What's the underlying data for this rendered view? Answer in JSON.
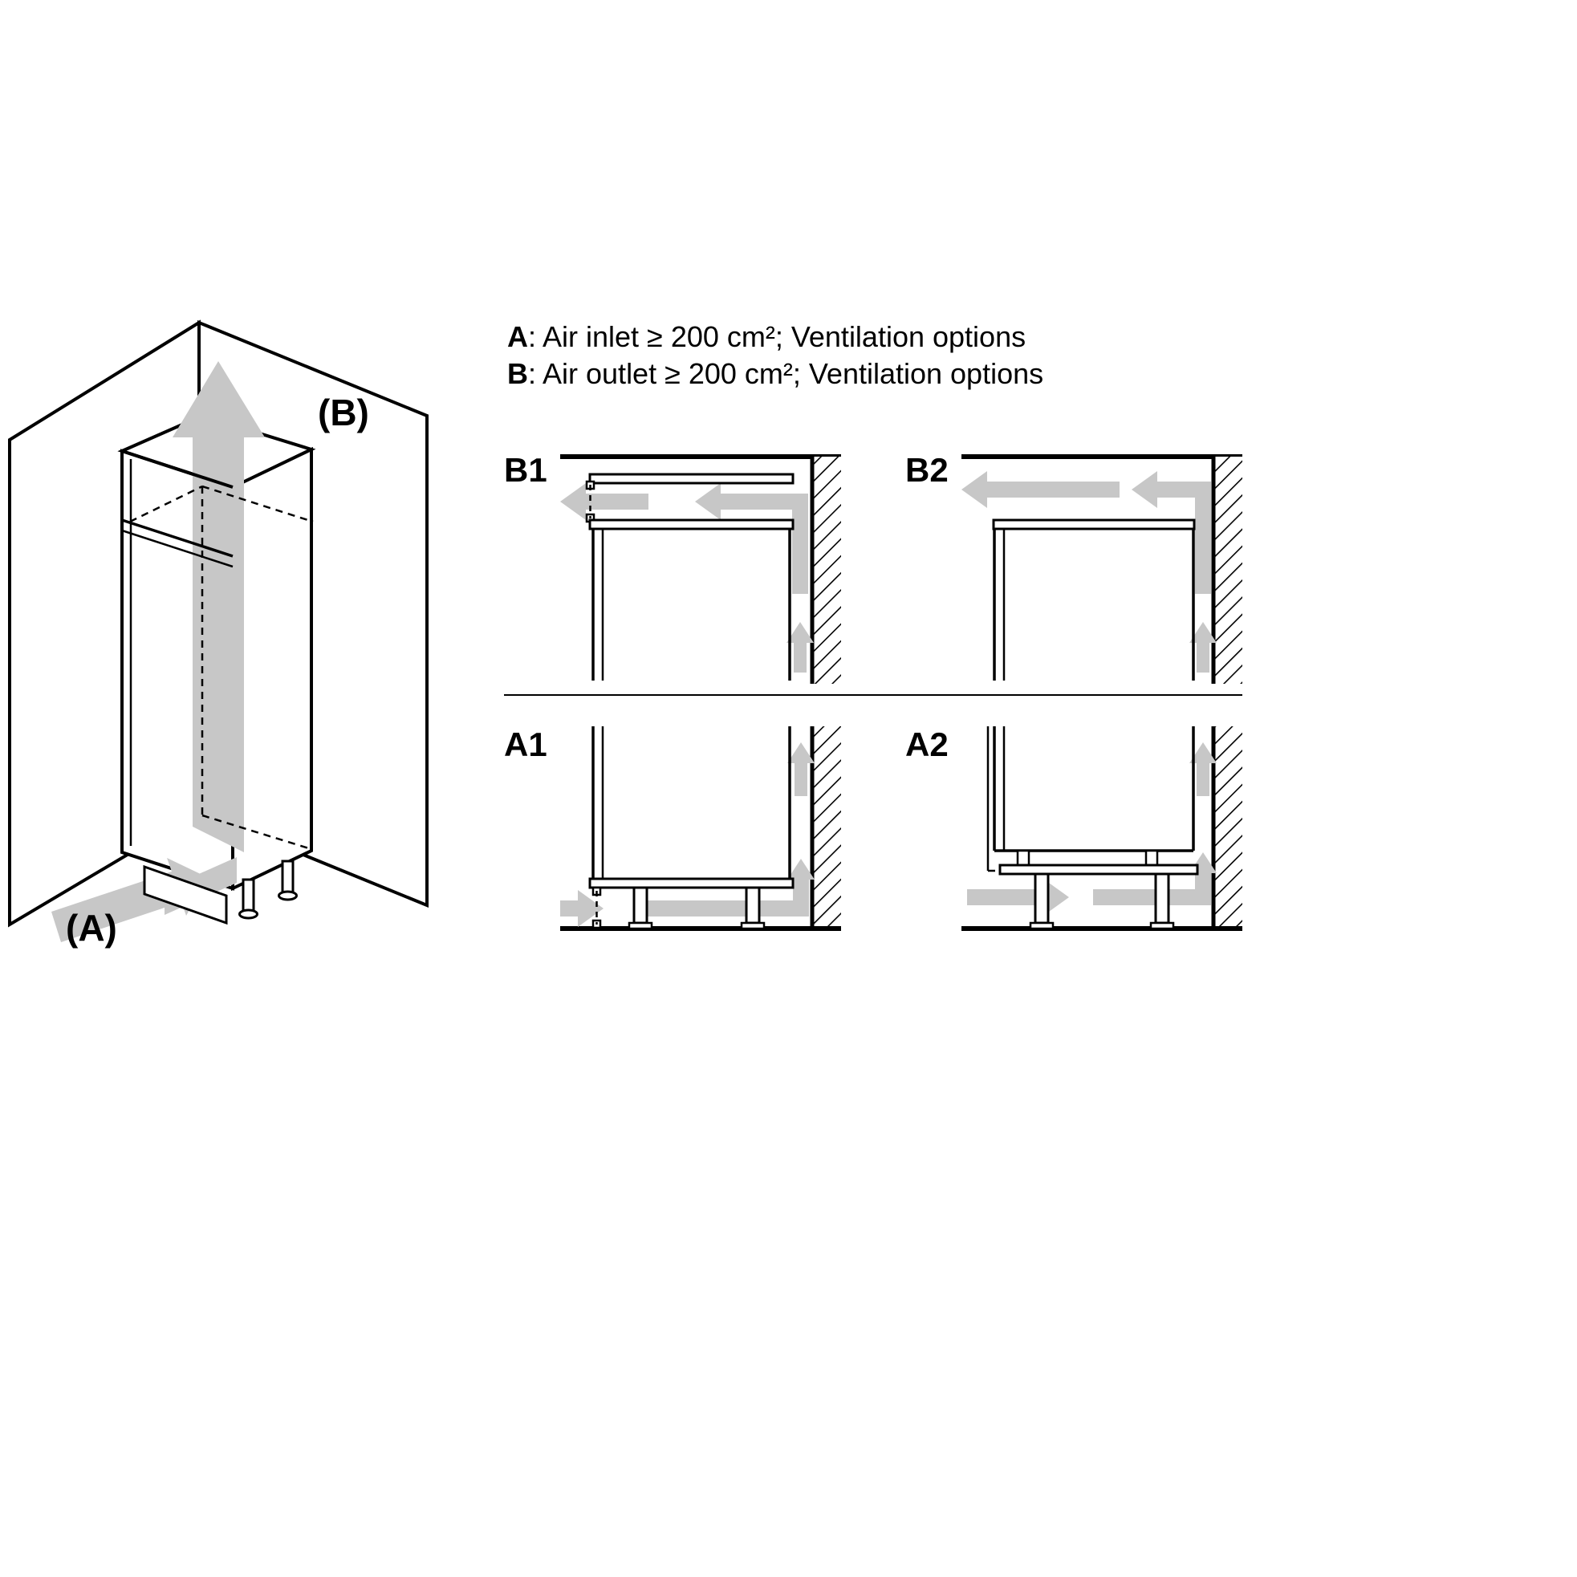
{
  "legend": {
    "a_key": "A",
    "a_rest": ": Air inlet ≥ 200 cm²; Ventilation options",
    "b_key": "B",
    "b_rest": ": Air outlet ≥ 200 cm²; Ventilation options"
  },
  "iso": {
    "label_a": "(A)",
    "label_b": "(B)"
  },
  "panels": {
    "b1": "B1",
    "b2": "B2",
    "a1": "A1",
    "a2": "A2"
  },
  "colors": {
    "arrow": "#c7c7c7",
    "line": "#000000"
  }
}
